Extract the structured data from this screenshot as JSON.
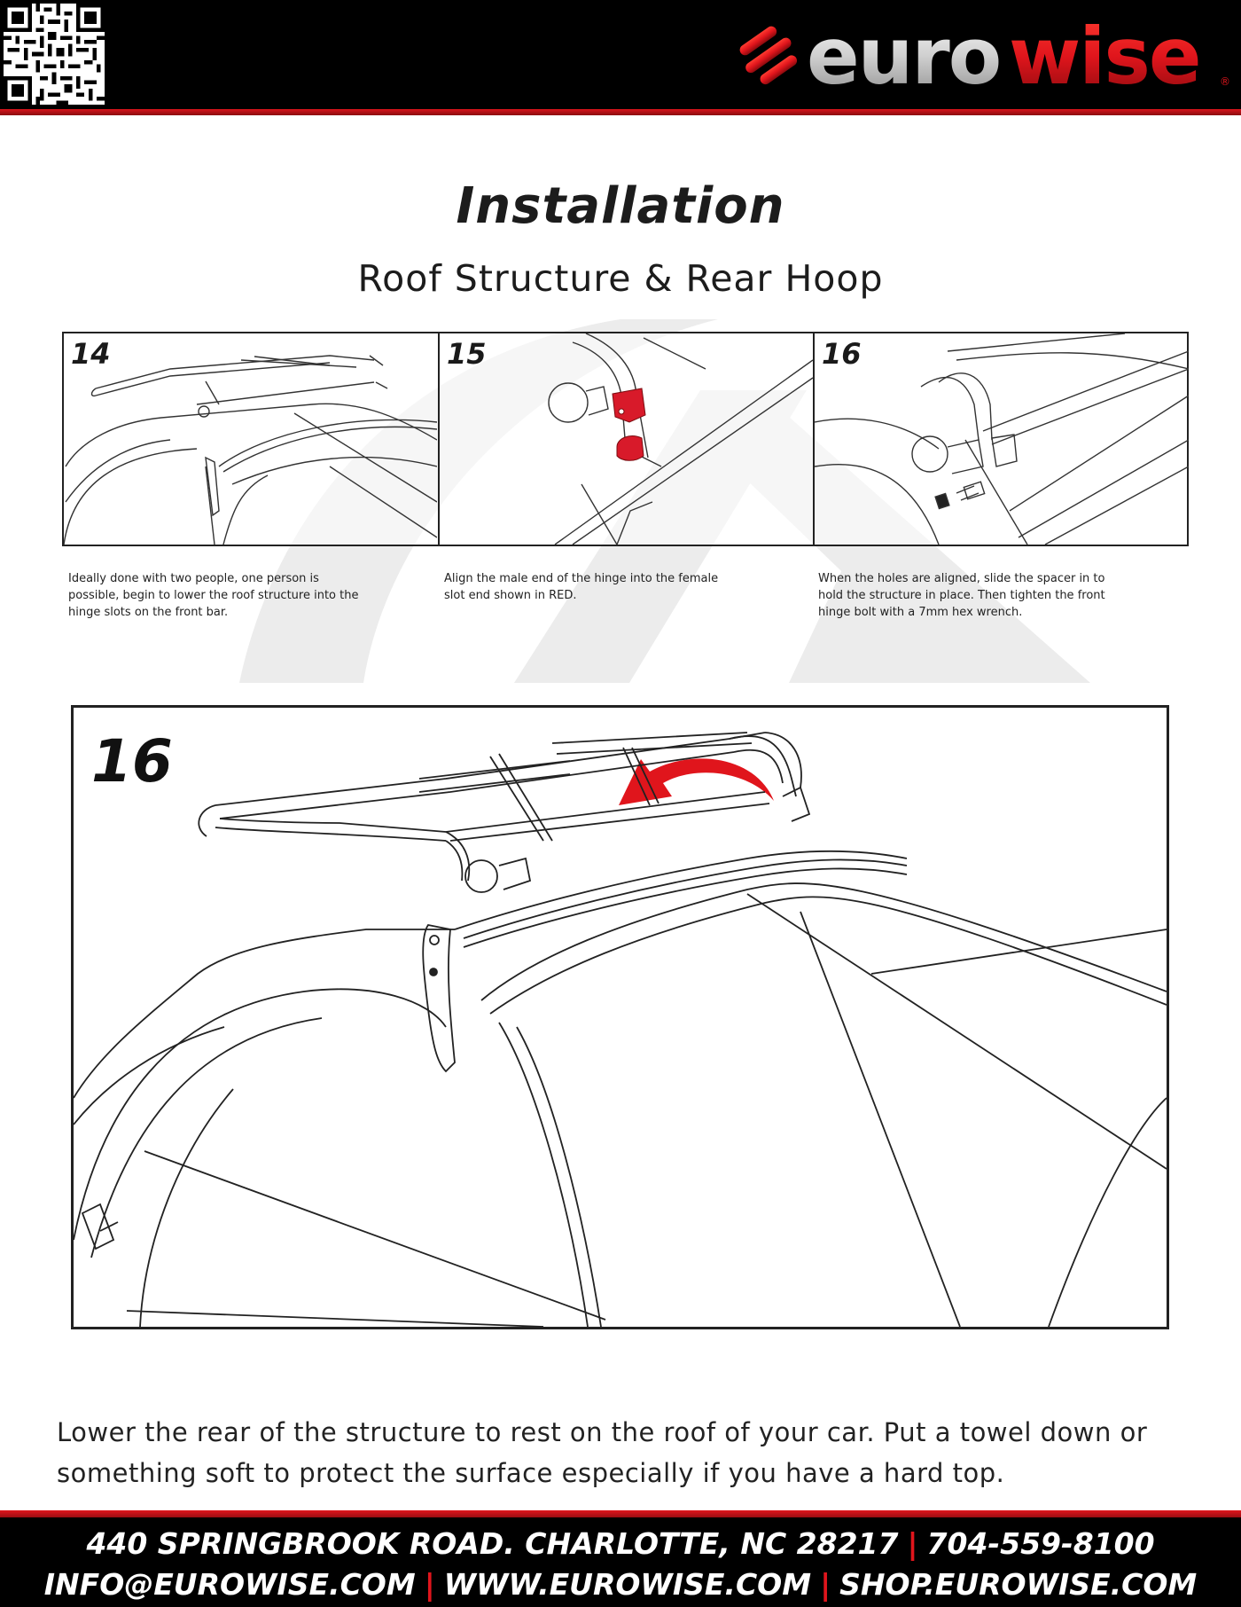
{
  "header": {
    "brand": "eurowise"
  },
  "title": "Installation",
  "subtitle": "Roof Structure & Rear Hoop",
  "steps": [
    {
      "number": "14",
      "caption": "Ideally done with two people, one person is possible, begin to lower the roof structure into the hinge slots on the front bar."
    },
    {
      "number": "15",
      "caption": "Align the male end of the hinge into the female slot end shown in RED."
    },
    {
      "number": "16",
      "caption": "When the holes are aligned, slide the spacer in to hold the structure in place. Then tighten the front hinge bolt with a 7mm hex wrench."
    }
  ],
  "main_step": {
    "number": "16",
    "text": "Lower the rear of the structure to rest on the roof of your car. Put a towel down or something soft to protect the surface especially if you have a hard top."
  },
  "footer": {
    "address": "440 SPRINGBROOK ROAD. CHARLOTTE, NC 28217",
    "phone": "704-559-8100",
    "email": "INFO@EUROWISE.COM",
    "website": "WWW.EUROWISE.COM",
    "shop": "SHOP.EUROWISE.COM"
  },
  "colors": {
    "brand_red": "#e0151c",
    "header_bg": "#000000",
    "hinge_red": "#d81a2a"
  },
  "icons": [
    "qr-code-icon",
    "eurowise-logo",
    "curved-arrow-icon"
  ]
}
